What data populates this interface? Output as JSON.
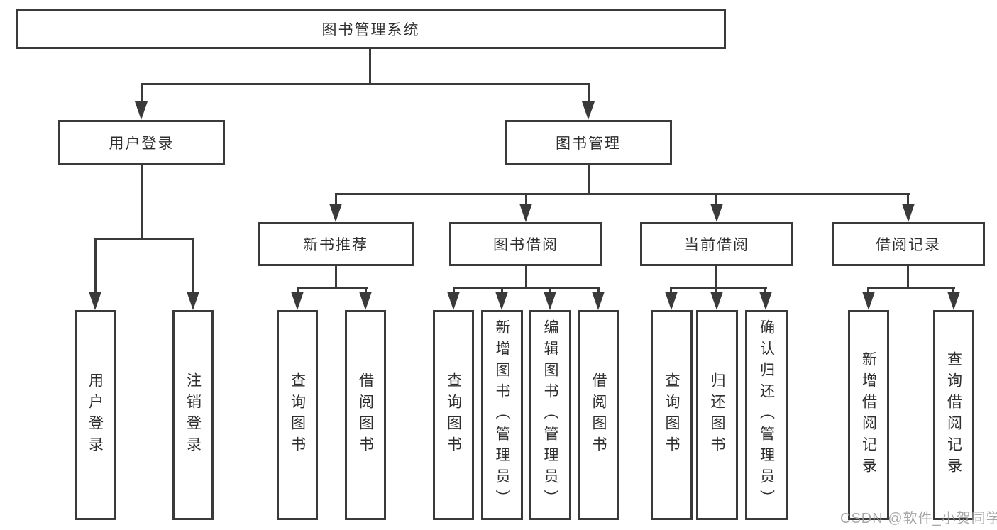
{
  "diagram": {
    "root": {
      "label": "图书管理系统"
    },
    "branches": [
      {
        "label": "用户登录",
        "children": [
          "用户登录",
          "注销登录"
        ]
      },
      {
        "label": "图书管理",
        "children": [
          {
            "label": "新书推荐",
            "children": [
              "查询图书",
              "借阅图书"
            ]
          },
          {
            "label": "图书借阅",
            "children": [
              "查询图书",
              "新增图书（管理员）",
              "编辑图书（管理员）",
              "借阅图书"
            ]
          },
          {
            "label": "当前借阅",
            "children": [
              "查询图书",
              "归还图书",
              "确认归还（管理员）"
            ]
          },
          {
            "label": "借阅记录",
            "children": [
              "新增借阅记录",
              "查询借阅记录"
            ]
          }
        ]
      }
    ]
  },
  "watermark": {
    "text": "CSDN @软件_小贺同学",
    "color": "#9e9e9e"
  },
  "colors": {
    "line": "#3a3a3a",
    "box_border": "#3a3a3a",
    "box_fill": "#ffffff",
    "text": "#2f2f2f",
    "background": "#ffffff"
  }
}
